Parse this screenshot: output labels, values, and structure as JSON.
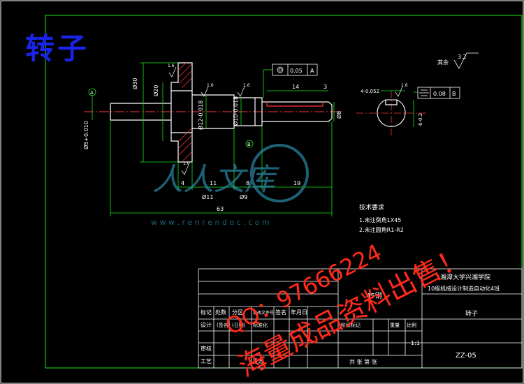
{
  "drawing": {
    "title_overlay": "转子",
    "roughness_note_label": "其余",
    "roughness_note_value": "3.2",
    "colors": {
      "background": "#000000",
      "outline": "#ffffff",
      "green": "#16e616",
      "yellow": "#f5f51a",
      "red": "#ff3333",
      "cyan": "#2ad8e6",
      "title_blue": "#1a24e6",
      "watermark_red": "#ff2a1a",
      "watermark_logo": "#2a8aa8"
    },
    "dimensions": {
      "d30": "Ø30",
      "d20": "Ø20",
      "d12": "Ø12-0.018",
      "d10": "Ø10-0.018",
      "d8": "Ø8",
      "d11": "Ø11",
      "d9": "Ø9",
      "d5": "Ø5+0.010",
      "len_14": "14",
      "len_3": "3",
      "len_4": "4",
      "len_11": "11",
      "len_8": "8",
      "len_19": "19",
      "len_63": "63",
      "key_4": "4-0.052",
      "key_6": "6-0.2"
    },
    "tolerance_runout": {
      "value": "0.05",
      "datum": "A"
    },
    "tolerance_symmetry": {
      "value": "0.08",
      "datum": "B"
    },
    "datum_a": "A",
    "datum_b": "B",
    "roughness_marks": [
      "1.6",
      "1.6",
      "1.6",
      "1.6",
      "1.6"
    ],
    "tech_requirements": {
      "heading": "技术要求",
      "items": [
        "1.未注倒角1X45",
        "2.未注圆角R1-R2"
      ]
    }
  },
  "title_block": {
    "school": "湘潭大学兴湘学院",
    "class_name": "10级机械设计制造自动化4班",
    "material": "45钢",
    "part_name": "转子",
    "drawing_number": "ZZ-05",
    "scale": "1:1",
    "cells": {
      "biaoji": "标记",
      "chushu": "处数",
      "fenqu": "分区",
      "wenjian": "更改文件号",
      "qianming": "签名",
      "nianyueri": "年月日",
      "sheji": "设计",
      "qianming_p": "(签名)",
      "riqi_p": "(日期)",
      "biaozhunhua": "标准化",
      "jieduan": "阶段标记",
      "zhongliang": "重量",
      "bili": "比例",
      "shenhe": "审核",
      "gongyi": "工艺",
      "pizhun": "批准",
      "sheet_info": "共 张 第 张"
    }
  },
  "watermarks": {
    "logo_text": "人人文库",
    "site": "w w w . r e n r e n d o c . c o m",
    "qq": "QQ：97666224",
    "sale": "海量成品资料出售！"
  }
}
